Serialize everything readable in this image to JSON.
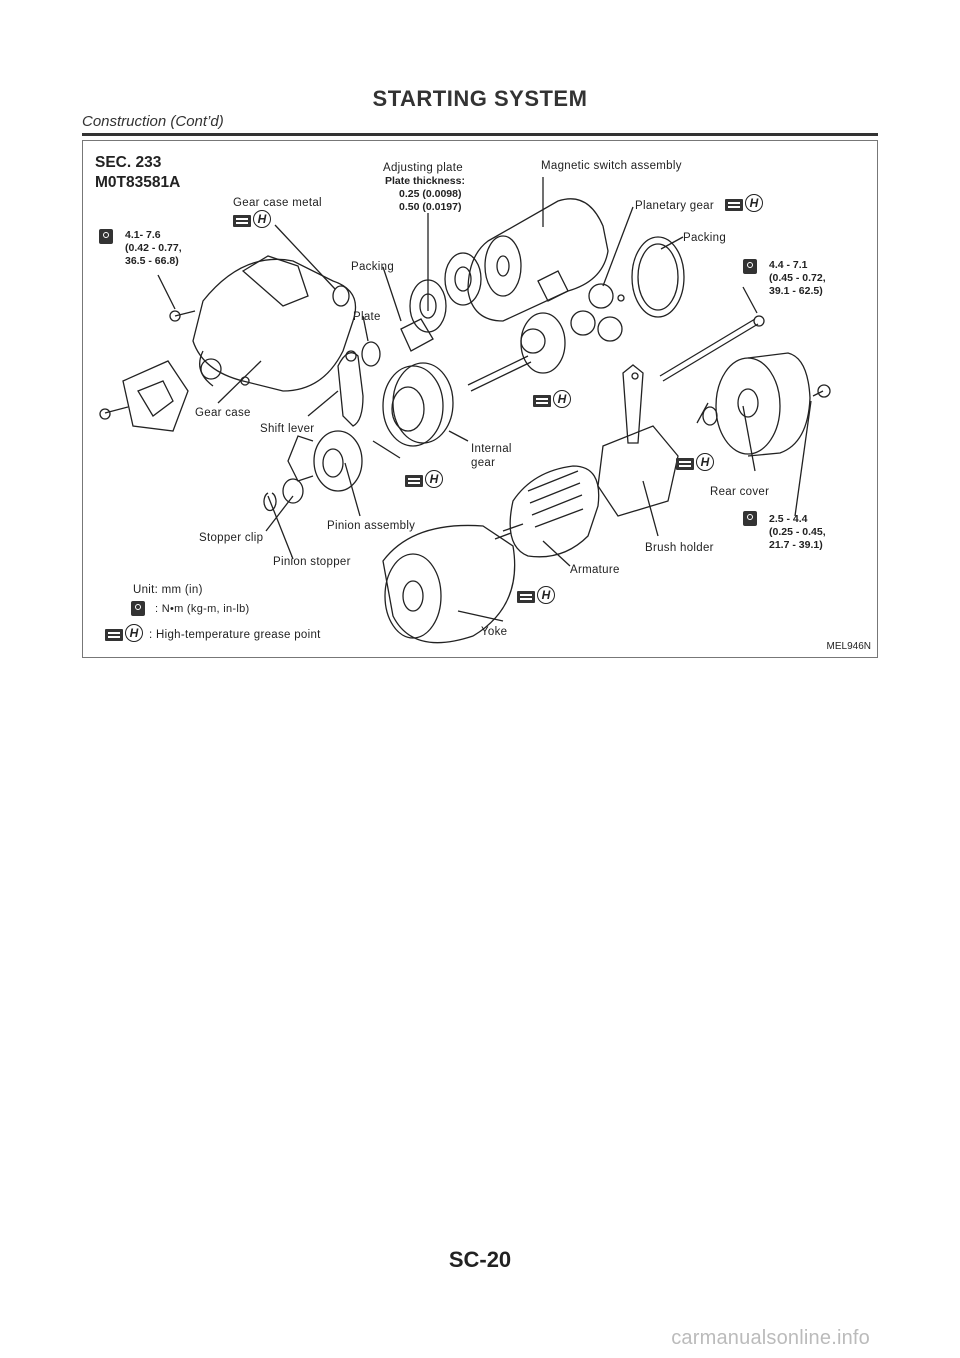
{
  "header": {
    "title": "STARTING SYSTEM",
    "subtitle": "Construction (Cont’d)"
  },
  "figure": {
    "sec": "SEC. 233",
    "part_no": "M0T83581A",
    "code": "MEL946N",
    "labels": {
      "gear_case_metal": "Gear case metal",
      "adjusting_plate": "Adjusting plate",
      "plate_thickness": "Plate thickness:",
      "thickness_1": "0.25 (0.0098)",
      "thickness_2": "0.50 (0.0197)",
      "magnetic_switch": "Magnetic switch assembly",
      "planetary_gear": "Planetary gear",
      "packing_right": "Packing",
      "packing_mid": "Packing",
      "plate": "Plate",
      "gear_case": "Gear case",
      "shift_lever": "Shift lever",
      "internal_gear_1": "Internal",
      "internal_gear_2": "gear",
      "rear_cover": "Rear cover",
      "stopper_clip": "Stopper clip",
      "pinion_assembly": "Pinion assembly",
      "pinion_stopper": "Pinion stopper",
      "brush_holder": "Brush holder",
      "armature": "Armature",
      "yoke": "Yoke"
    },
    "torque_specs": {
      "left": [
        "4.1- 7.6",
        "(0.42 - 0.77,",
        "36.5 - 66.8)"
      ],
      "right_top": [
        "4.4 - 7.1",
        "(0.45 - 0.72,",
        "39.1 - 62.5)"
      ],
      "right_bottom": [
        "2.5 - 4.4",
        "(0.25 - 0.45,",
        "21.7 - 39.1)"
      ]
    },
    "legend": {
      "unit": "Unit: mm (in)",
      "torque": ": N•m (kg-m, in-lb)",
      "grease": ": High-temperature grease point"
    }
  },
  "footer": {
    "page_number": "SC-20",
    "watermark": "carmanualsonline.info"
  }
}
